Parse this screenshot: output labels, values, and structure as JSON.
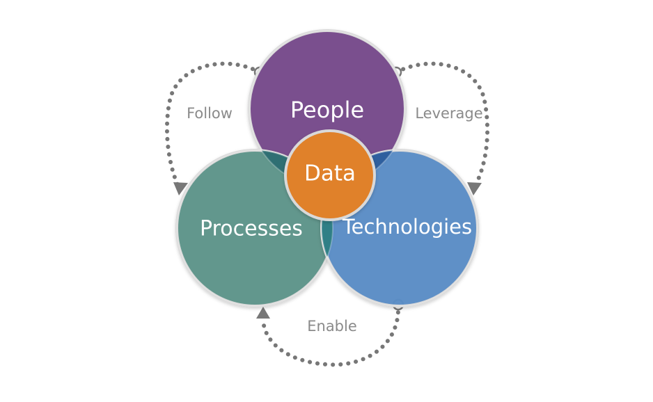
{
  "diagram": {
    "circles": {
      "people": {
        "label": "People",
        "color": "#7a4f8e"
      },
      "processes": {
        "label": "Processes",
        "color": "#5e9589"
      },
      "technologies": {
        "label": "Technologies",
        "color": "#5b8cc6"
      },
      "data": {
        "label": "Data",
        "color": "#e0812b"
      }
    },
    "relations": {
      "follow": "Follow",
      "leverage": "Leverage",
      "enable": "Enable"
    },
    "connector_color": "#777777",
    "outline_color": "#d9d9d9"
  }
}
